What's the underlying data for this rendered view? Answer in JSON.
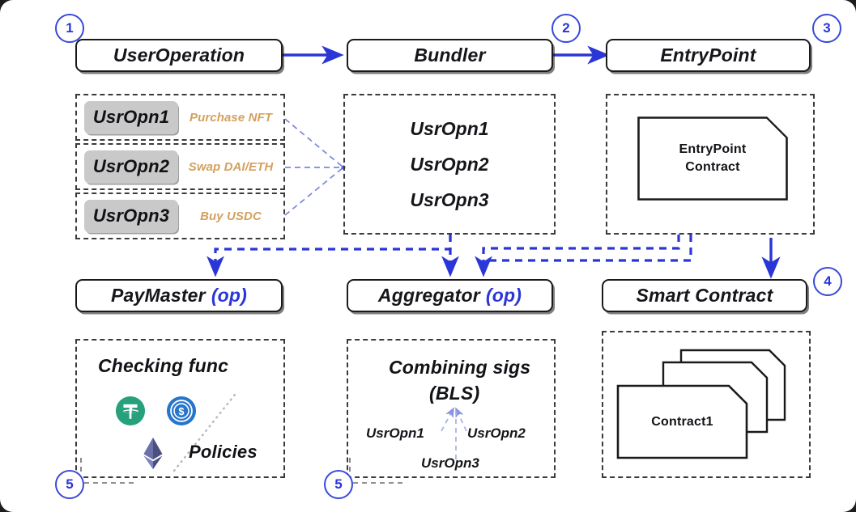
{
  "colors": {
    "accent_blue": "#2b36d6",
    "badge_blue": "#3a49d8",
    "dashed_gray": "#3b3b3b",
    "chip_gray": "#c9c9c9",
    "desc_orange": "#d3a15e",
    "ink": "#15161a",
    "tether_green": "#26a17b",
    "usdc_blue": "#2775ca",
    "eth_purple": "#454a75",
    "page_bg": "#ffffff"
  },
  "steps": [
    {
      "id": "step-1",
      "label": "1"
    },
    {
      "id": "step-2",
      "label": "2"
    },
    {
      "id": "step-3",
      "label": "3"
    },
    {
      "id": "step-4",
      "label": "4"
    },
    {
      "id": "step-5-left",
      "label": "5"
    },
    {
      "id": "step-5-mid",
      "label": "5"
    }
  ],
  "row_top": {
    "user_operation": {
      "title": "UserOperation"
    },
    "bundler": {
      "title": "Bundler"
    },
    "entrypoint": {
      "title": "EntryPoint"
    }
  },
  "user_operations": [
    {
      "name": "UsrOpn1",
      "description": "Purchase NFT"
    },
    {
      "name": "UsrOpn2",
      "description": "Swap DAI/ETH"
    },
    {
      "name": "UsrOpn3",
      "description": "Buy USDC"
    }
  ],
  "bundler_panel": {
    "items": [
      "UsrOpn1",
      "UsrOpn2",
      "UsrOpn3"
    ]
  },
  "entrypoint_panel": {
    "contract_label_line1": "EntryPoint",
    "contract_label_line2": "Contract"
  },
  "row_mid": {
    "paymaster": {
      "title": "PayMaster",
      "suffix": "(op)"
    },
    "aggregator": {
      "title": "Aggregator",
      "suffix": "(op)"
    },
    "smart_contract": {
      "title": "Smart Contract",
      "suffix": ""
    }
  },
  "paymaster_panel": {
    "title": "Checking func",
    "policies_label": "Policies",
    "tokens": [
      {
        "name": "tether-icon",
        "symbol": "T"
      },
      {
        "name": "usdc-icon",
        "symbol": "$"
      },
      {
        "name": "ethereum-icon",
        "symbol": "E"
      }
    ]
  },
  "aggregator_panel": {
    "title": "Combining sigs",
    "subtitle": "(BLS)",
    "ops": [
      "UsrOpn1",
      "UsrOpn2",
      "UsrOpn3"
    ]
  },
  "smart_contract_panel": {
    "contract_label": "Contract1",
    "stack_count": 3
  }
}
